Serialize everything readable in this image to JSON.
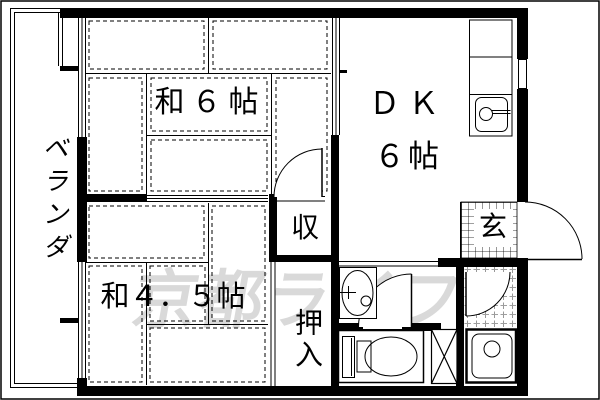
{
  "title": "apartment-floor-plan",
  "watermark": "京都ライフ",
  "colors": {
    "line": "#000000",
    "background": "#ffffff",
    "watermark": "#d9d9d9"
  },
  "rooms": {
    "veranda": {
      "label": "ベランダ"
    },
    "japanese_room_6": {
      "label": "和６帖"
    },
    "dining_kitchen": {
      "label_line1": "ＤＫ",
      "label_line2": "６帖"
    },
    "japanese_room_45": {
      "label": "和４．５帖"
    },
    "storage_closet": {
      "label": "収"
    },
    "oshiire_closet": {
      "label": "押入"
    },
    "entrance": {
      "label": "玄"
    }
  },
  "fixtures": {
    "kitchen_sink": "kitchen-sink-icon",
    "washbasin": "washbasin-icon",
    "toilet": "toilet-icon",
    "bathtub": "bathtub-icon",
    "shaft_box": "crossed-box-icon",
    "window": "window-icon",
    "door_arcs": "swing-door-icon",
    "tatami": "tatami-mat-pattern",
    "entrance_tile": "tile-grid-pattern",
    "bathroom_tile": "dashed-tile-pattern"
  }
}
